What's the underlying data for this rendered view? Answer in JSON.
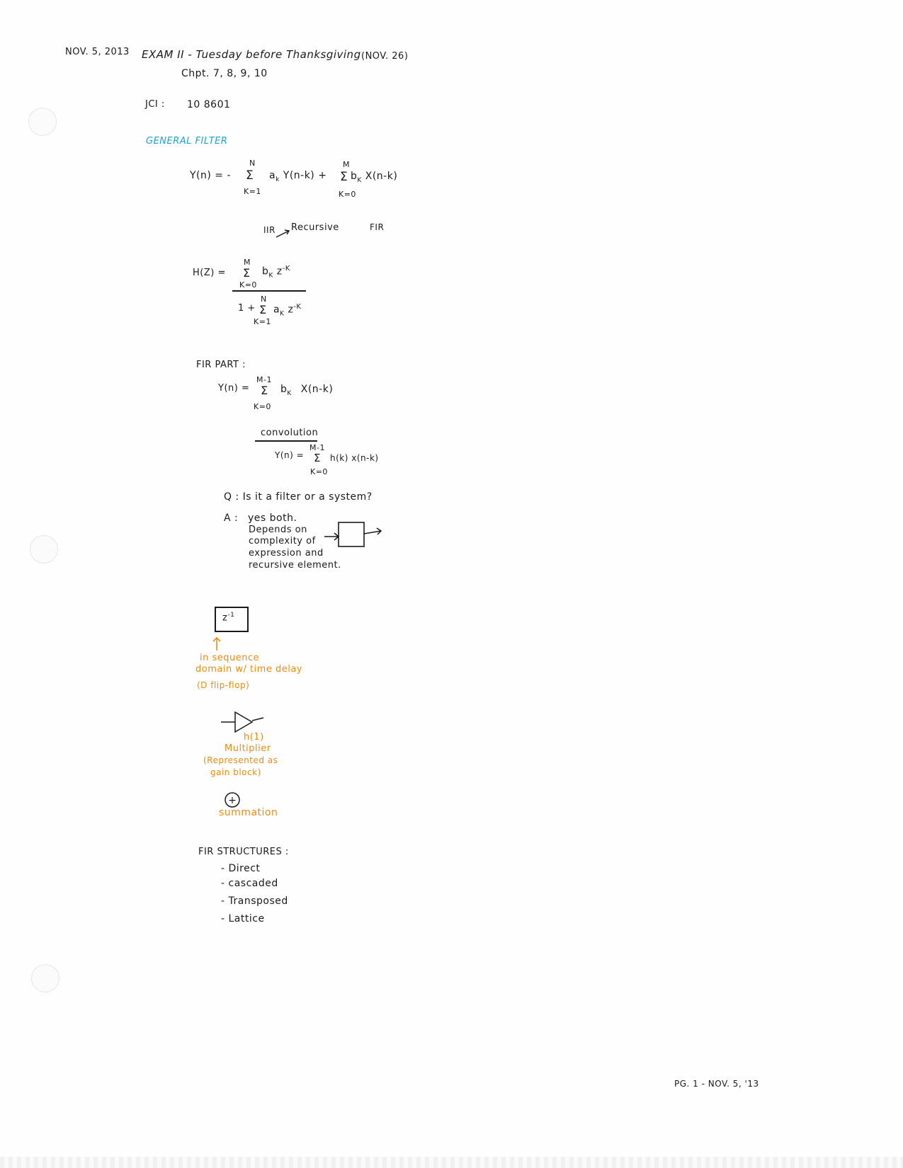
{
  "header": {
    "date": "NOV. 5, 2013",
    "exam_title": "EXAM II  -  Tuesday before Thanksgiving",
    "exam_date": "(NOV. 26)",
    "chapters": "Chpt. 7, 8, 9, 10",
    "jci_label": "JCI  :",
    "jci_value": "10 8601"
  },
  "general_filter": {
    "heading": "GENERAL FILTER",
    "eq_lhs": "Y(n)  =  -",
    "sum1_top": "N",
    "sum1_body": "a",
    "sum1_sub": "k",
    "sum1_rest": "Y(n-k)  +",
    "sum1_bottom": "K=1",
    "sum2_top": "M",
    "sum2_body": "b",
    "sum2_sub": "K",
    "sum2_rest": "X(n-k)",
    "sum2_bottom": "K=0",
    "iir_label": "IIR",
    "recursive_label": "Recursive",
    "fir_label": "FIR"
  },
  "transfer": {
    "lhs": "H(Z)  =",
    "num_top": "M",
    "num_body": "b",
    "num_sub": "K",
    "num_z": "z",
    "num_exp": "-K",
    "num_bottom": "K=0",
    "den_prefix": "1 +",
    "den_top": "N",
    "den_body": "a",
    "den_sub": "K",
    "den_z": "z",
    "den_exp": "-K",
    "den_bottom": "K=1"
  },
  "fir_part": {
    "heading": "FIR PART :",
    "lhs": "Y(n)  =",
    "sum_top": "M-1",
    "sum_body": "b",
    "sum_sub": "K",
    "sum_rest": "X(n-k)",
    "sum_bottom": "K=0"
  },
  "convolution": {
    "heading": "convolution",
    "lhs": "Y(n)  =",
    "sum_top": "M-1",
    "sum_rest": "h(k) x(n-k)",
    "sum_bottom": "K=0"
  },
  "qa": {
    "question": "Q :  Is it a  filter or  a  system?",
    "answer_label": "A :",
    "answer": "yes  both.",
    "detail_lines": [
      "Depends on",
      "complexity of",
      "expression and",
      "recursive element."
    ]
  },
  "symbols": {
    "delay_label": "z",
    "delay_exp": "-1",
    "delay_desc": [
      "in sequence",
      "domain w/ time delay",
      "(D  flip-flop)"
    ],
    "gain_label": "h(1)",
    "gain_desc": [
      "Multiplier",
      "(Represented as",
      "gain  block)"
    ],
    "sum_symbol": "+",
    "sum_desc": "summation"
  },
  "fir_structures": {
    "heading": "FIR  STRUCTURES :",
    "items": [
      "- Direct",
      "- cascaded",
      "- Transposed",
      "- Lattice"
    ]
  },
  "footer": {
    "page_label": "PG. 1  -  NOV. 5, '13"
  },
  "colors": {
    "ink": "#1a1a1a",
    "heading_blue": "#1ba3d6",
    "note_orange": "#f08a12"
  }
}
